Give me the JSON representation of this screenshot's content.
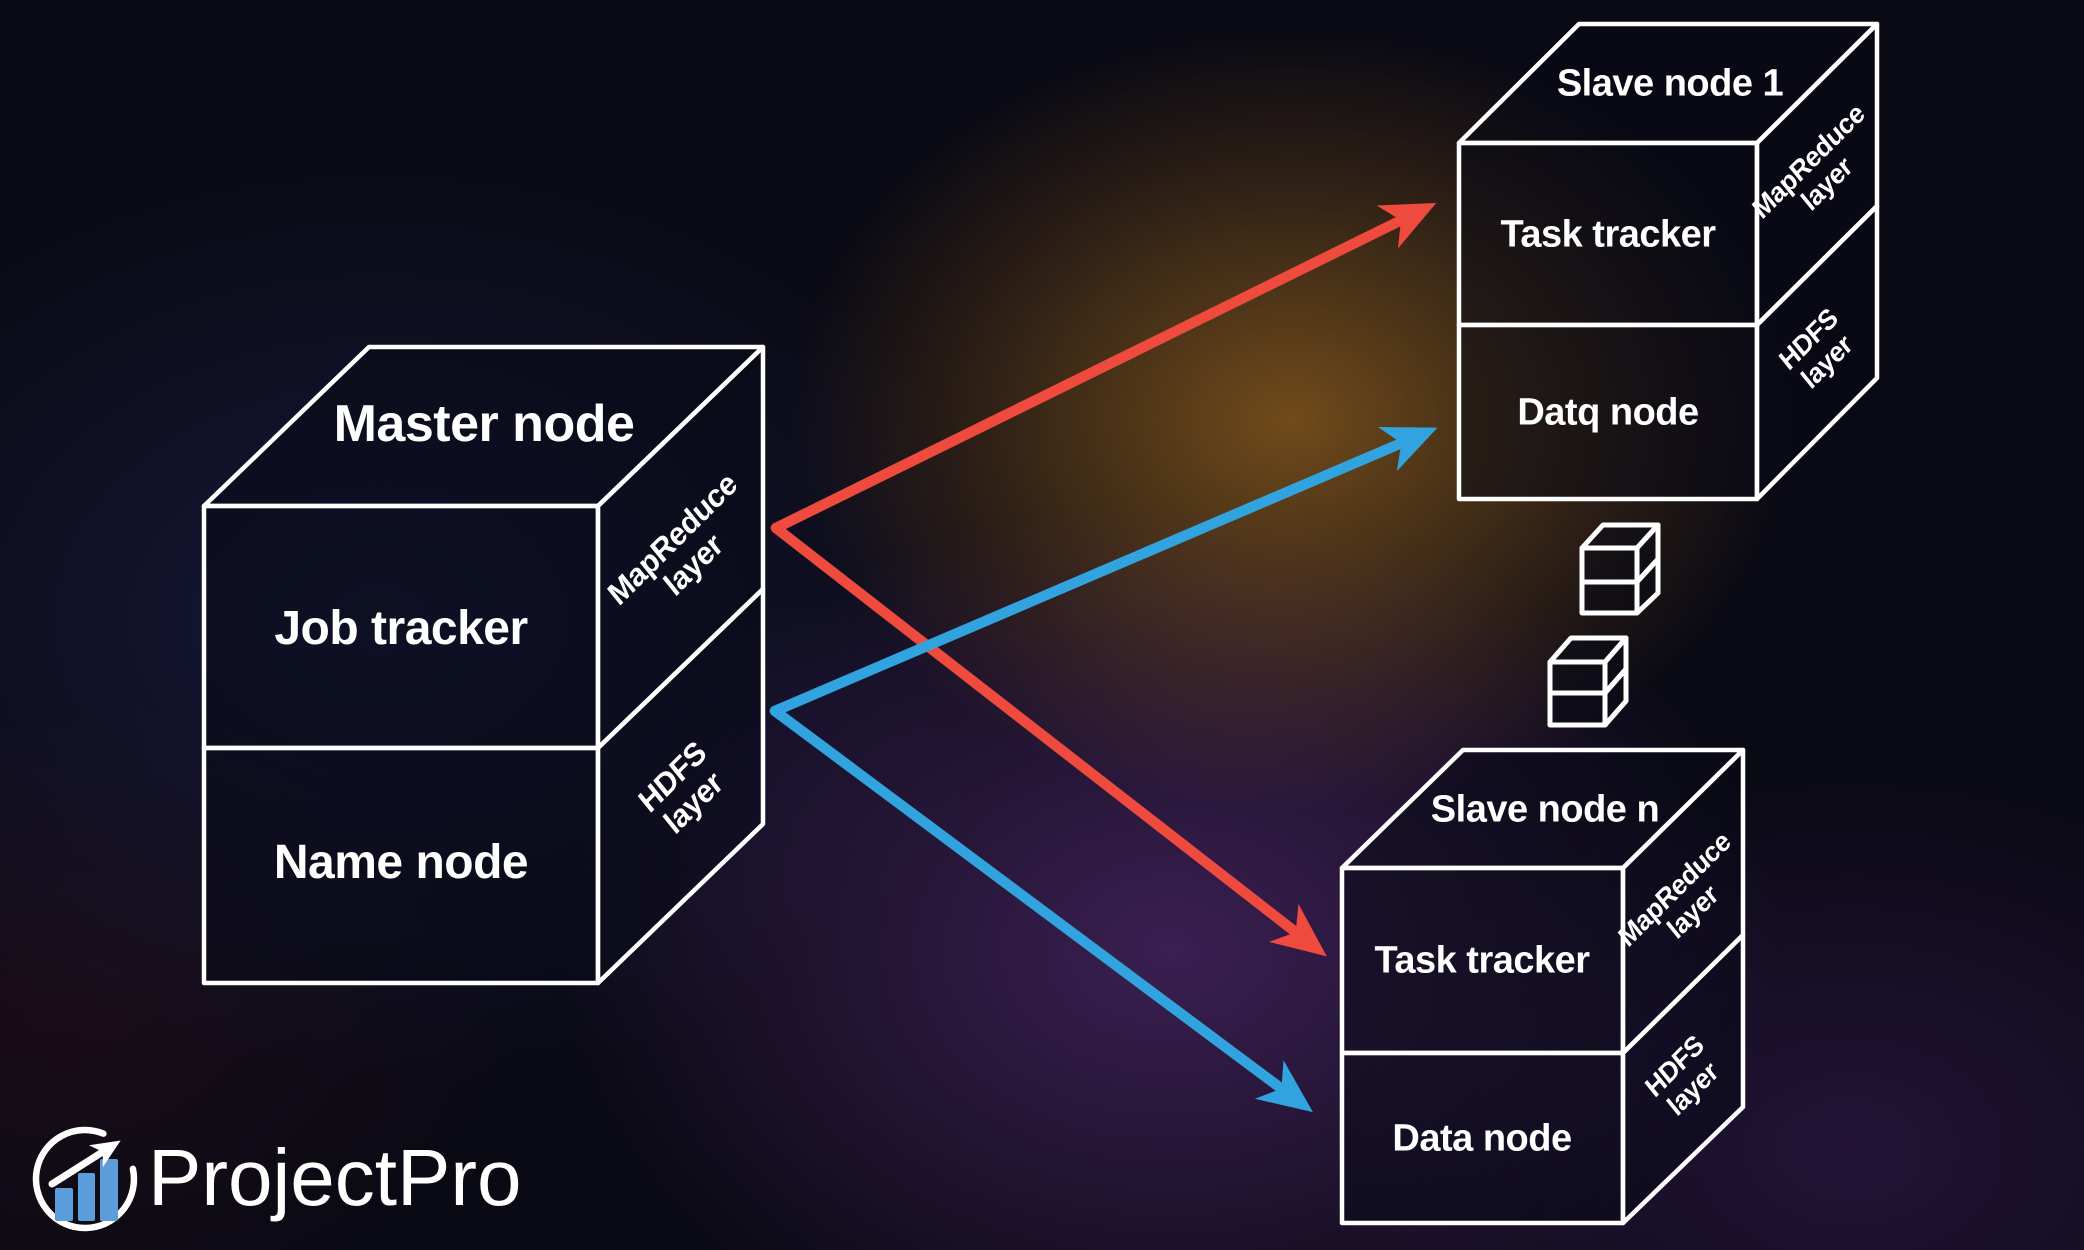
{
  "nodes": {
    "master": {
      "title": "Master node",
      "sections": {
        "top": "Job tracker",
        "bottom": "Name node"
      },
      "layers": {
        "top": "MapReduce\nlayer",
        "bottom": "HDFS\nlayer"
      }
    },
    "slave1": {
      "title": "Slave node 1",
      "sections": {
        "top": "Task tracker",
        "bottom": "Datq node"
      },
      "layers": {
        "top": "MapReduce\nlayer",
        "bottom": "HDFS\nlayer"
      }
    },
    "slaveN": {
      "title": "Slave node n",
      "sections": {
        "top": "Task tracker",
        "bottom": "Data node"
      },
      "layers": {
        "top": "MapReduce\nlayer",
        "bottom": "HDFS\nlayer"
      }
    }
  },
  "brand": {
    "name": "ProjectPro"
  },
  "colors": {
    "arrow_red": "#ee4a3e",
    "arrow_blue": "#31a4df",
    "box_stroke": "#ffffff",
    "logo_bar_blue": "#5b9ddb",
    "bg_base": "#0a0a14"
  }
}
